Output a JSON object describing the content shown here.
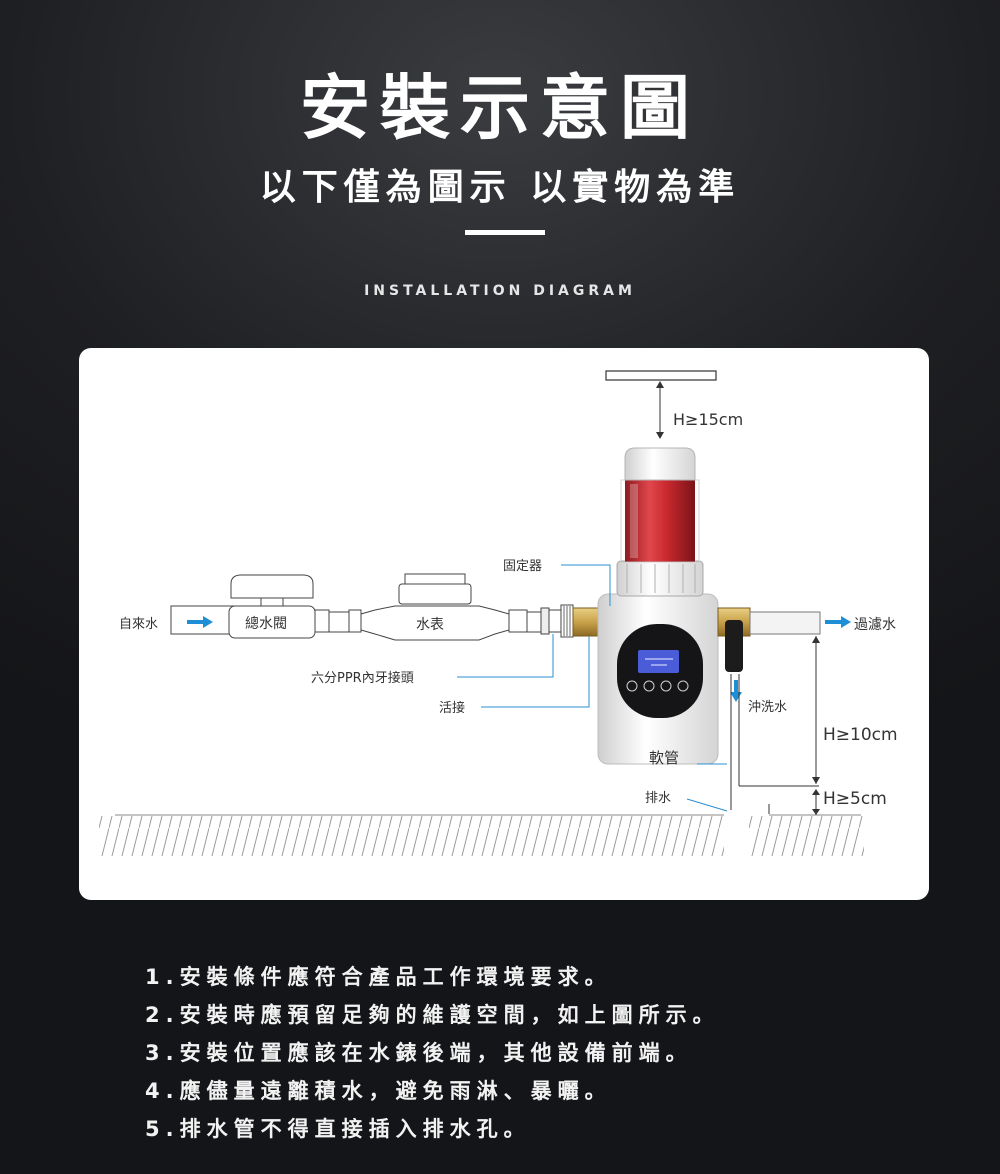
{
  "header": {
    "title": "安裝示意圖",
    "subtitle": "以下僅為圖示 以實物為準",
    "english_title": "INSTALLATION DIAGRAM"
  },
  "diagram": {
    "labels": {
      "tap_water": "自來水",
      "main_valve": "總水閥",
      "water_meter": "水表",
      "fixer": "固定器",
      "ppr_joint": "六分PPR內牙接頭",
      "union": "活接",
      "hose": "軟管",
      "drain": "排水",
      "flush_water": "沖洗水",
      "filtered_water": "過濾水",
      "clearance_top": "H≥15cm",
      "clearance_outlet": "H≥10cm",
      "clearance_drain": "H≥5cm"
    },
    "colors": {
      "arrow": "#1e8fd6",
      "leader_line": "#2a8fd0",
      "filter_red": "#c8282e",
      "brass": "#c9a24a"
    }
  },
  "notes": [
    "1.安裝條件應符合產品工作環境要求。",
    "2.安裝時應預留足夠的維護空間，如上圖所示。",
    "3.安裝位置應該在水錶後端，其他設備前端。",
    "4.應儘量遠離積水，避免雨淋、暴曬。",
    "5.排水管不得直接插入排水孔。"
  ]
}
